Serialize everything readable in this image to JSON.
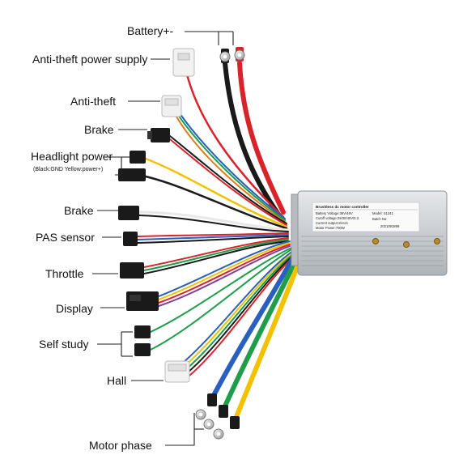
{
  "labels": {
    "battery": "Battery+-",
    "antitheft_power": "Anti-theft power supply",
    "antitheft": "Anti-theft",
    "brake_top": "Brake",
    "headlight": "Headlight power",
    "headlight_note": "(Black:GND Yellow:power+)",
    "brake_bottom": "Brake",
    "pas": "PAS sensor",
    "throttle": "Throttle",
    "display": "Display",
    "self_study": "Self study",
    "hall": "Hall",
    "motor_phase": "Motor phase"
  },
  "controller": {
    "title": "Brushless dc motor controller",
    "model_label": "Model: S1241",
    "batch_label": "Batch No:",
    "battery_voltage": "Battery Voltage:36V/48V",
    "cutoff_voltage": "Cutoff voltage:29/30/40V/0.3",
    "current_output": "Current output:15A21",
    "motor_power": "Motor Power:750W",
    "batch_number": "2021091899"
  },
  "colors": {
    "red": "#d8232a",
    "black": "#1a1a1a",
    "yellow": "#f2c200",
    "blue": "#2a5fc0",
    "green": "#1e9e4a",
    "white": "#e8e8e8",
    "orange": "#e07a1c",
    "purple": "#7a3fa0",
    "brown": "#8b5a2b"
  }
}
